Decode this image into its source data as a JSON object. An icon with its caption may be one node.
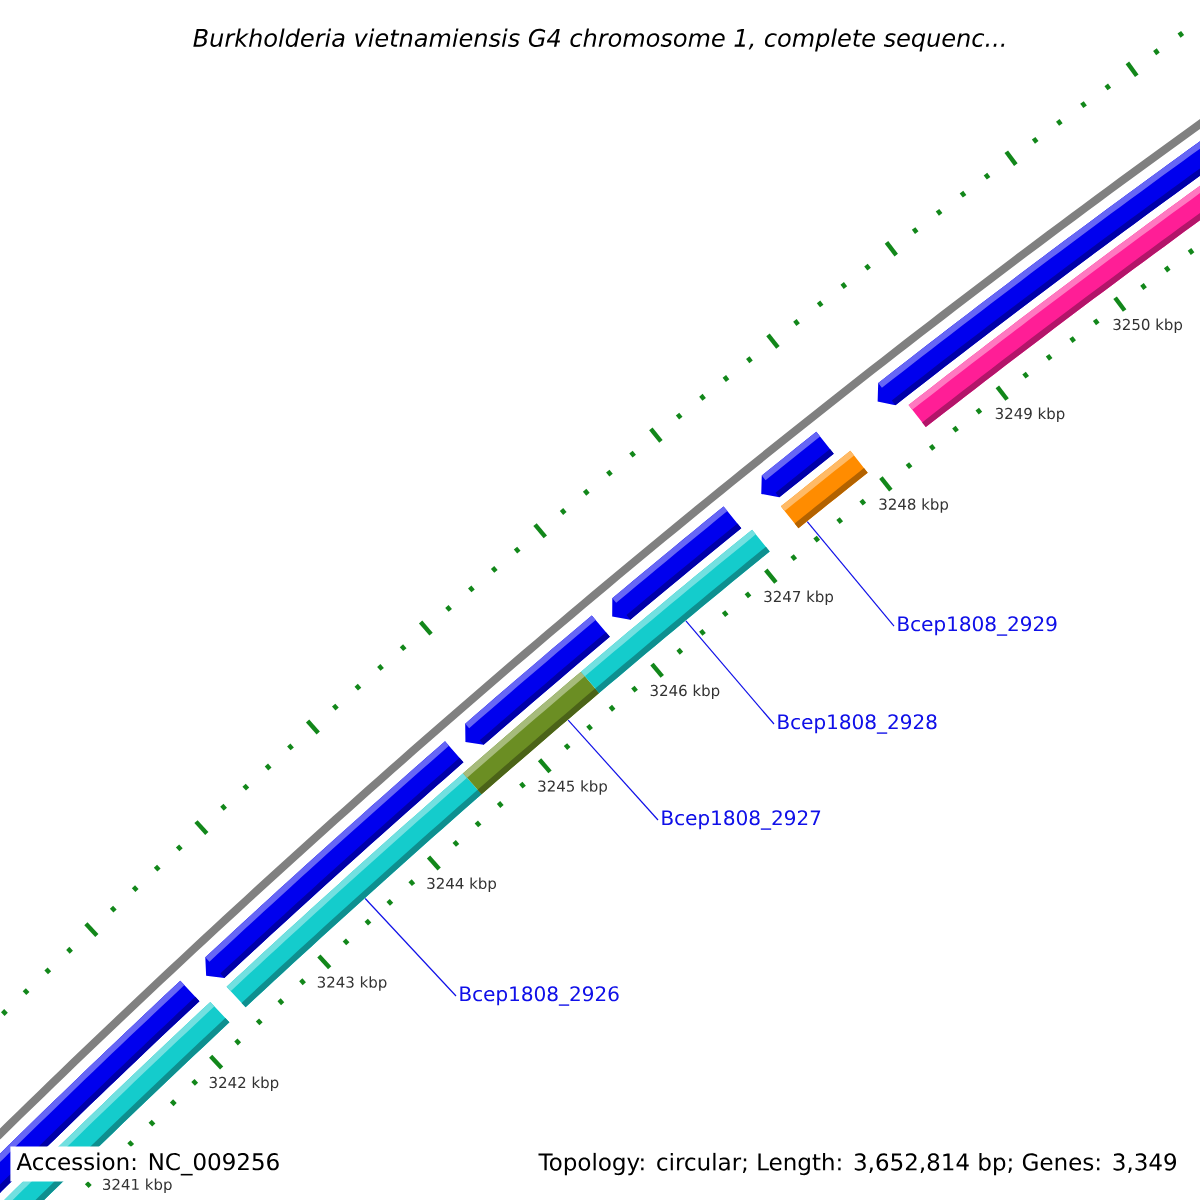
{
  "diagram": {
    "title": "Burkholderia vietnamiensis G4 chromosome 1, complete sequenc...",
    "nodes": [
      {
        "text": [
          "Bcep1808_2926"
        ]
      },
      {
        "text": [
          "Bcep1808_2927"
        ]
      },
      {
        "text": [
          "Bcep1808_2928"
        ]
      },
      {
        "text": [
          "Bcep1808_2929"
        ]
      },
      {
        "text": [],
        "shape": "bar"
      },
      {
        "text": [],
        "shape": "bar"
      },
      {
        "text": [],
        "shape": "bar"
      },
      {
        "text": [],
        "shape": "bar"
      },
      {
        "text": [],
        "shape": "bar"
      },
      {
        "text": [],
        "shape": "arrow"
      },
      {
        "text": [],
        "shape": "arrow"
      },
      {
        "text": [],
        "shape": "arrow"
      },
      {
        "text": [],
        "shape": "arrow"
      },
      {
        "text": [],
        "shape": "arrow"
      },
      {
        "text": [],
        "shape": "bar"
      },
      {
        "text": [],
        "shape": "bar"
      }
    ],
    "edges": [
      {
        "from": 0,
        "to": 4,
        "arrow": "none"
      },
      {
        "from": 1,
        "to": 5,
        "arrow": "none"
      },
      {
        "from": 2,
        "to": 6,
        "arrow": "none"
      },
      {
        "from": 3,
        "to": 7,
        "arrow": "none"
      }
    ],
    "labels": [
      "3250 kbp",
      "3249 kbp",
      "3248 kbp",
      "3247 kbp",
      "3246 kbp",
      "3245 kbp",
      "3244 kbp",
      "3243 kbp",
      "3242 kbp",
      "3241 kbp",
      "Accession: NC_009256",
      "Topology: circular; Length: 3,652,814 bp; Genes: 3,349"
    ]
  }
}
